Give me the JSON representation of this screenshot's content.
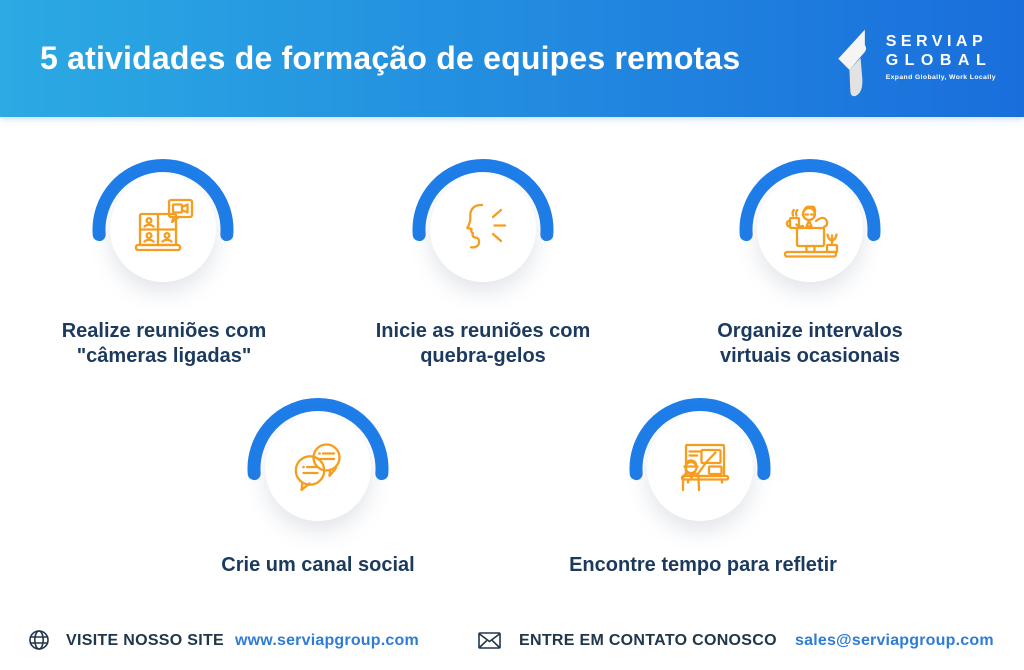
{
  "header": {
    "title": "5 atividades de formação de equipes remotas",
    "logo": {
      "name_line1": "SERVIAP",
      "name_line2": "GLOBAL",
      "tagline": "Expand Globally, Work Locally"
    }
  },
  "items": [
    {
      "icon": "video-call-meeting-icon",
      "line1": "Realize reuniões com",
      "line2": "\"câmeras ligadas\""
    },
    {
      "icon": "speaking-face-icon",
      "line1": "Inicie as reuniões com",
      "line2": "quebra-gelos"
    },
    {
      "icon": "person-desk-break-icon",
      "line1": "Organize intervalos",
      "line2": "virtuais ocasionais"
    },
    {
      "icon": "chat-bubbles-icon",
      "line1": "Crie um canal social",
      "line2": ""
    },
    {
      "icon": "whiteboard-presenter-icon",
      "line1": "Encontre tempo para refletir",
      "line2": ""
    }
  ],
  "footer": {
    "site_label": "VISITE NOSSO SITE",
    "site_url": "www.serviapgroup.com",
    "contact_label": "ENTRE EM CONTATO CONOSCO",
    "contact_email": "sales@serviapgroup.com"
  },
  "colors": {
    "accent_blue": "#1E7DE8",
    "icon_orange": "#F59D1E",
    "caption_navy": "#1C3A5E",
    "footer_dark": "#20364B",
    "link_blue": "#2E7CD6",
    "header_gradient_start": "#2BAAE3",
    "header_gradient_end": "#1A6EDC"
  }
}
